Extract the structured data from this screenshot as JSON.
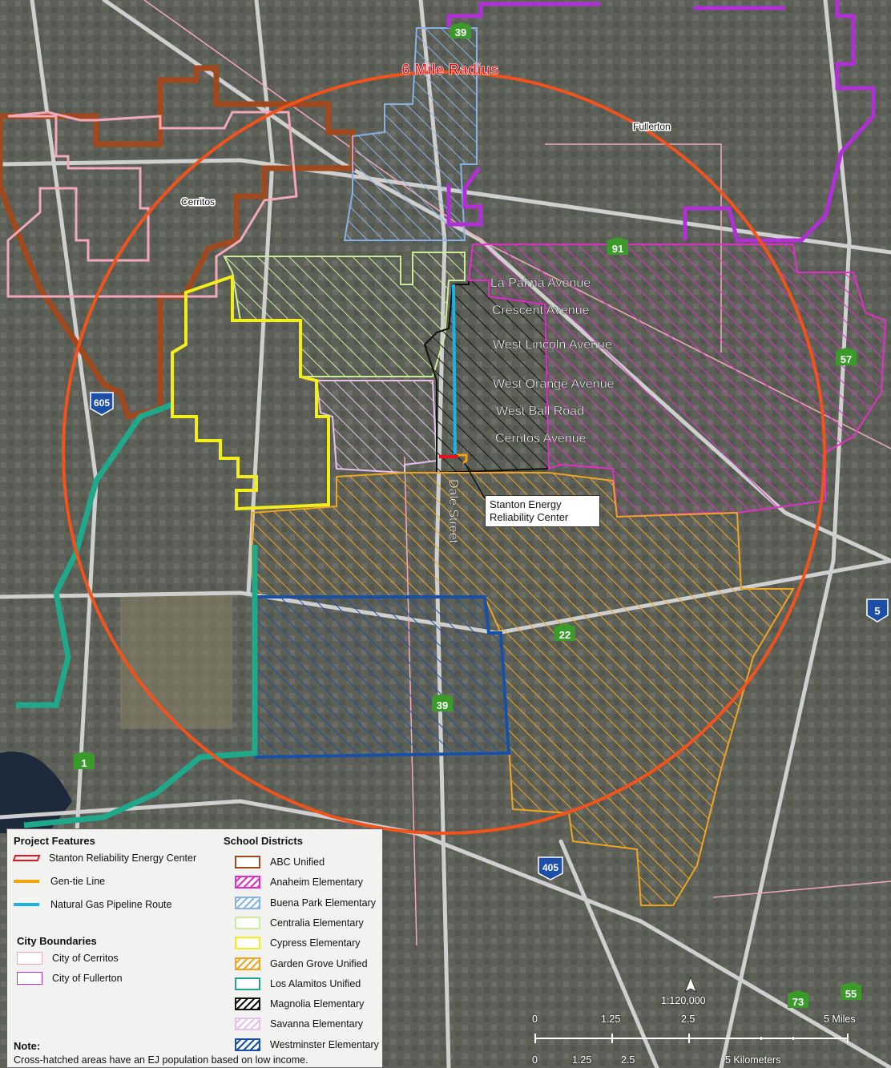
{
  "map": {
    "radius_label": "6 Mile Radius",
    "places": {
      "fullerton": "Fullerton",
      "cerritos": "Cerritos"
    },
    "streets": {
      "la_palma": "La Palma Avenue",
      "crescent": "Crescent Avenue",
      "lincoln": "West Lincoln Avenue",
      "orange": "West Orange Avenue",
      "ball": "West Ball Road",
      "cerritos_ave": "Cerritos Avenue",
      "dale": "Dale Street"
    },
    "highways": {
      "sr39_top": "39",
      "sr91": "91",
      "sr57": "57",
      "i605": "605",
      "i5": "5",
      "sr22": "22",
      "sr39_mid": "39",
      "sr1": "1",
      "i405": "405",
      "sr73": "73",
      "sr55": "55"
    },
    "callout": {
      "line1": "Stanton Energy",
      "line2": "Reliability Center"
    }
  },
  "legend": {
    "project_heading": "Project Features",
    "project_items": [
      {
        "label": "Stanton Reliability Energy Center",
        "color": "#e8141b"
      },
      {
        "label": "Gen-tie Line",
        "color": "#f5a20a"
      },
      {
        "label": "Natural Gas Pipeline Route",
        "color": "#1ab3e6"
      }
    ],
    "city_heading": "City Boundaries",
    "city_items": [
      {
        "label": "City of Cerritos",
        "color": "#f1a9b9"
      },
      {
        "label": "City of Fullerton",
        "color": "#b12fd6"
      }
    ],
    "school_heading": "School Districts",
    "school_items": [
      {
        "label": "ABC Unified",
        "color": "#a0481e",
        "hatch": false
      },
      {
        "label": "Anaheim Elementary",
        "color": "#e030c8",
        "hatch": true
      },
      {
        "label": "Buena Park Elementary",
        "color": "#86b2e6",
        "hatch": true
      },
      {
        "label": "Centralia Elementary",
        "color": "#cdec9a",
        "hatch": false
      },
      {
        "label": "Cypress Elementary",
        "color": "#f2ee1c",
        "hatch": false
      },
      {
        "label": "Garden Grove Unified",
        "color": "#f0a520",
        "hatch": true
      },
      {
        "label": "Los Alamitos Unified",
        "color": "#1fa88a",
        "hatch": false
      },
      {
        "label": "Magnolia Elementary",
        "color": "#111111",
        "hatch": true
      },
      {
        "label": "Savanna Elementary",
        "color": "#e6c0ec",
        "hatch": true
      },
      {
        "label": "Westminster Elementary",
        "color": "#1850a8",
        "hatch": true
      }
    ],
    "note_heading": "Note:",
    "note_text": "Cross-hatched areas have an EJ population based on low income."
  },
  "scale": {
    "ratio": "1:120,000",
    "miles": [
      "0",
      "1.25",
      "2.5",
      "5 Miles"
    ],
    "km": [
      "0",
      "1.25",
      "2.5",
      "5 Kilometers"
    ]
  }
}
